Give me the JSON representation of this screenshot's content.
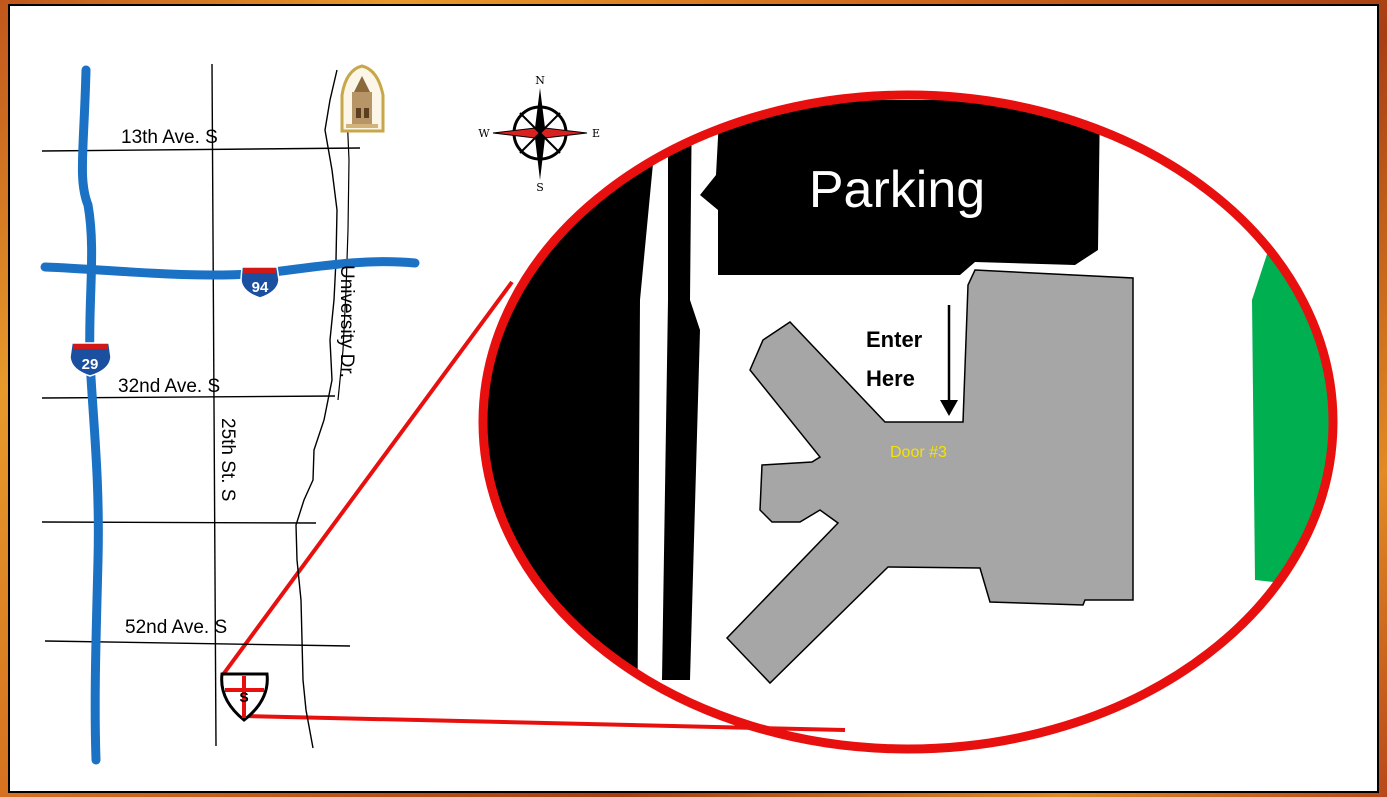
{
  "map": {
    "streets": {
      "ave_13": "13th Ave. S",
      "ave_32": "32nd Ave. S",
      "ave_52": "52nd Ave. S",
      "st_25": "25th St. S",
      "university": "University Dr."
    },
    "highways": {
      "i29": "29",
      "i94": "94"
    },
    "compass": {
      "n": "N",
      "s": "S",
      "e": "E",
      "w": "W"
    },
    "shield_letter": "S"
  },
  "inset": {
    "parking_label": "Parking",
    "enter_line1": "Enter",
    "enter_line2": "Here",
    "door_label": "Door #3"
  },
  "colors": {
    "interstate": "#1b72c4",
    "callout": "#e8100f",
    "building": "#a6a6a6",
    "green_area": "#00b050",
    "door_text": "#f4e200"
  }
}
